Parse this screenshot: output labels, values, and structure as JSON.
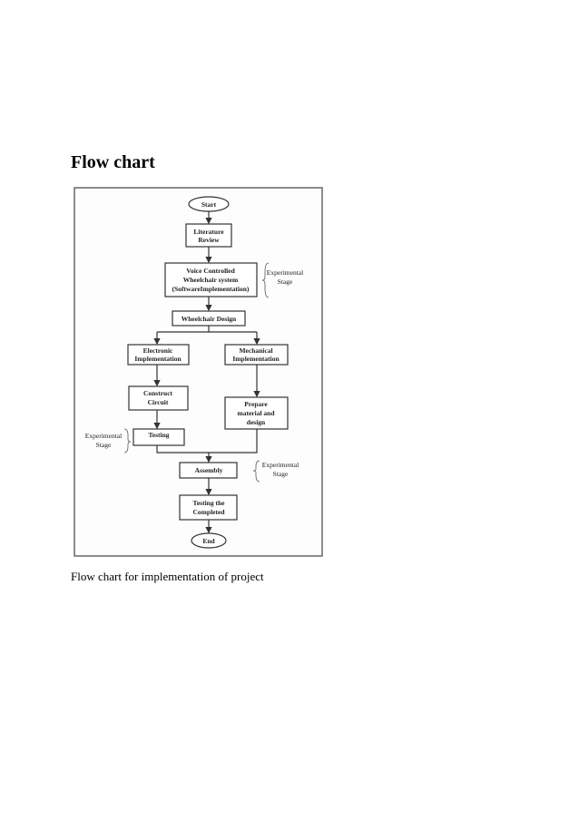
{
  "heading": "Flow chart",
  "caption": "Flow chart for implementation of project",
  "flowchart": {
    "start": "Start",
    "literature": [
      "Literature",
      "Review"
    ],
    "voice": [
      "Voice Controlled",
      "Wheelchair system",
      "(SoftwareImplementation)"
    ],
    "wheelchair_design": "Wheelchair Design",
    "electronic": [
      "Electronic",
      "Implementation"
    ],
    "mechanical": [
      "Mechanical",
      "Implementation"
    ],
    "construct": [
      "Construct",
      "Circuit"
    ],
    "prepare": [
      "Prepare",
      "material and",
      "design"
    ],
    "testing": "Testing",
    "assembly": "Assembly",
    "testing_completed": [
      "Testing the",
      "Completed"
    ],
    "end": "End",
    "stage_note": [
      "Experimental",
      "Stage"
    ]
  }
}
